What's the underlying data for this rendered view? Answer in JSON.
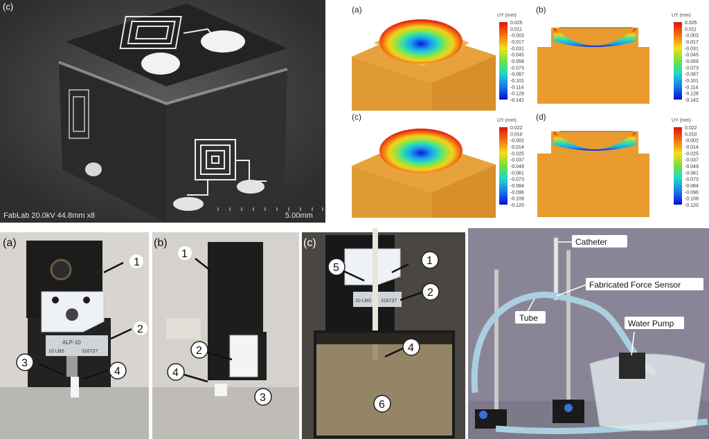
{
  "sem": {
    "label": "(c)",
    "caption_left": "FabLab 20.0kV 44.8mm x8",
    "caption_right": "5.00mm"
  },
  "fea": {
    "panels": [
      "(a)",
      "(b)",
      "(c)",
      "(d)"
    ],
    "unit_label": "UY (mm)",
    "scale_top": [
      "0.025",
      "0.011",
      "-0.003",
      "-0.017",
      "-0.031",
      "-0.045",
      "-0.059",
      "-0.073",
      "-0.087",
      "-0.101",
      "-0.114",
      "-0.128",
      "-0.142"
    ],
    "scale_bottom": [
      "0.022",
      "0.010",
      "-0.002",
      "-0.014",
      "-0.025",
      "-0.037",
      "-0.049",
      "-0.061",
      "-0.073",
      "-0.084",
      "-0.096",
      "-0.108",
      "-0.120"
    ]
  },
  "photos": {
    "panels": [
      "(a)",
      "(b)",
      "(c)"
    ],
    "a_markers": [
      "1",
      "2",
      "3",
      "4"
    ],
    "a_plate": [
      "ALP-10",
      "10 LBS",
      "316737"
    ],
    "b_markers": [
      "1",
      "2",
      "3",
      "4"
    ],
    "c_markers": [
      "1",
      "2",
      "4",
      "5",
      "6"
    ],
    "c_plate": [
      "10 LBS",
      "316737"
    ]
  },
  "setup": {
    "labels": [
      "Catheter",
      "Fabricated Force Sensor",
      "Tube",
      "Water Pump"
    ]
  },
  "colors": {
    "fea_base": "#e99b30",
    "sem_bg": "#3e3e3e",
    "marker_fill": "#ffffff"
  }
}
